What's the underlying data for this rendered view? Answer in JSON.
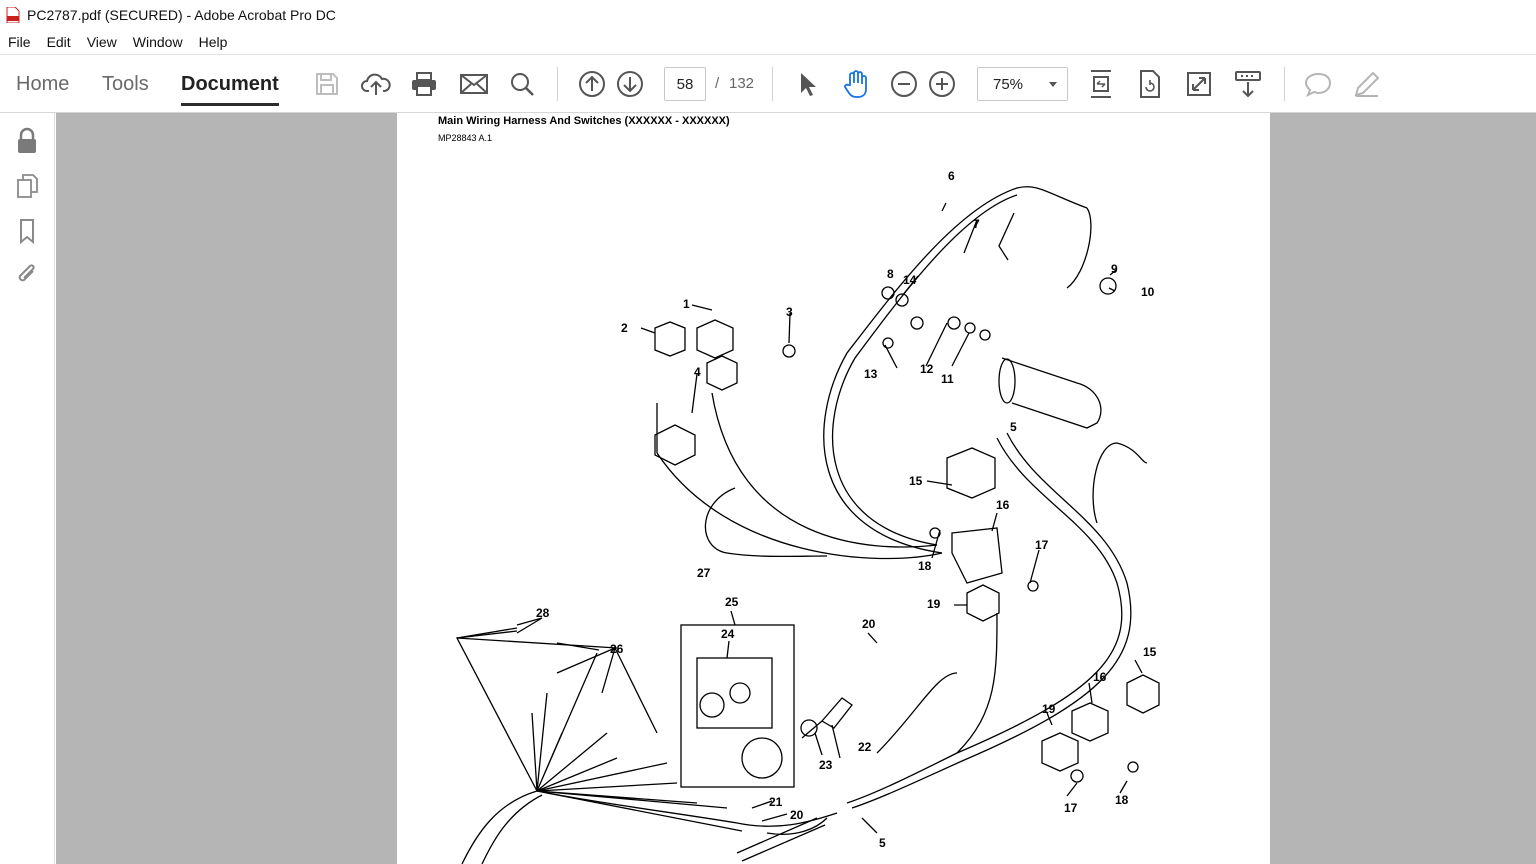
{
  "window": {
    "title": "PC2787.pdf (SECURED) - Adobe Acrobat Pro DC"
  },
  "menu": [
    "File",
    "Edit",
    "View",
    "Window",
    "Help"
  ],
  "nav_tabs": {
    "home": "Home",
    "tools": "Tools",
    "document": "Document"
  },
  "toolbar": {
    "current_page": "58",
    "page_separator": "/",
    "total_pages": "132",
    "zoom": "75%",
    "icons": [
      "save-icon",
      "upload-cloud-icon",
      "print-icon",
      "mail-icon",
      "search-icon",
      "arrow-up-icon",
      "arrow-down-icon",
      "select-arrow-icon",
      "hand-icon",
      "zoom-out-icon",
      "zoom-in-icon",
      "fit-page-icon",
      "rotate-icon",
      "fullscreen-icon",
      "scroll-mode-icon",
      "comment-icon",
      "pen-icon"
    ]
  },
  "left_pane": {
    "icons": [
      "lock-icon",
      "copy-pages-icon",
      "bookmark-icon",
      "attachment-icon"
    ]
  },
  "document": {
    "heading": "Main Wiring Harness And Switches (XXXXXX - XXXXXX)",
    "subheading": "MP28843 A.1",
    "callouts": [
      "1",
      "2",
      "3",
      "4",
      "5",
      "5",
      "6",
      "7",
      "8",
      "9",
      "10",
      "11",
      "12",
      "13",
      "14",
      "15",
      "15",
      "16",
      "16",
      "17",
      "17",
      "18",
      "18",
      "19",
      "19",
      "20",
      "20",
      "21",
      "22",
      "23",
      "24",
      "25",
      "26",
      "27",
      "28"
    ]
  }
}
